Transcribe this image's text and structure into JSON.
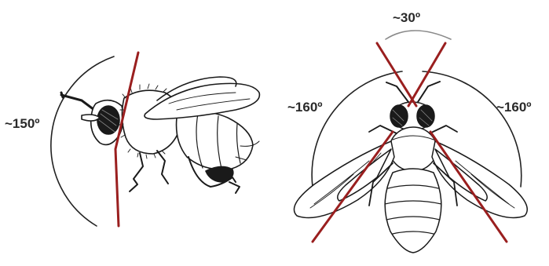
{
  "figure": {
    "side_view": {
      "label": "~150º"
    },
    "top_view": {
      "left_label": "~160º",
      "right_label": "~160º",
      "top_label": "~30º"
    }
  },
  "colors": {
    "sight_line": "#9a1f1f",
    "arc": "#222222",
    "arc_small": "#8a8a8a",
    "ink": "#1a1a1a"
  }
}
